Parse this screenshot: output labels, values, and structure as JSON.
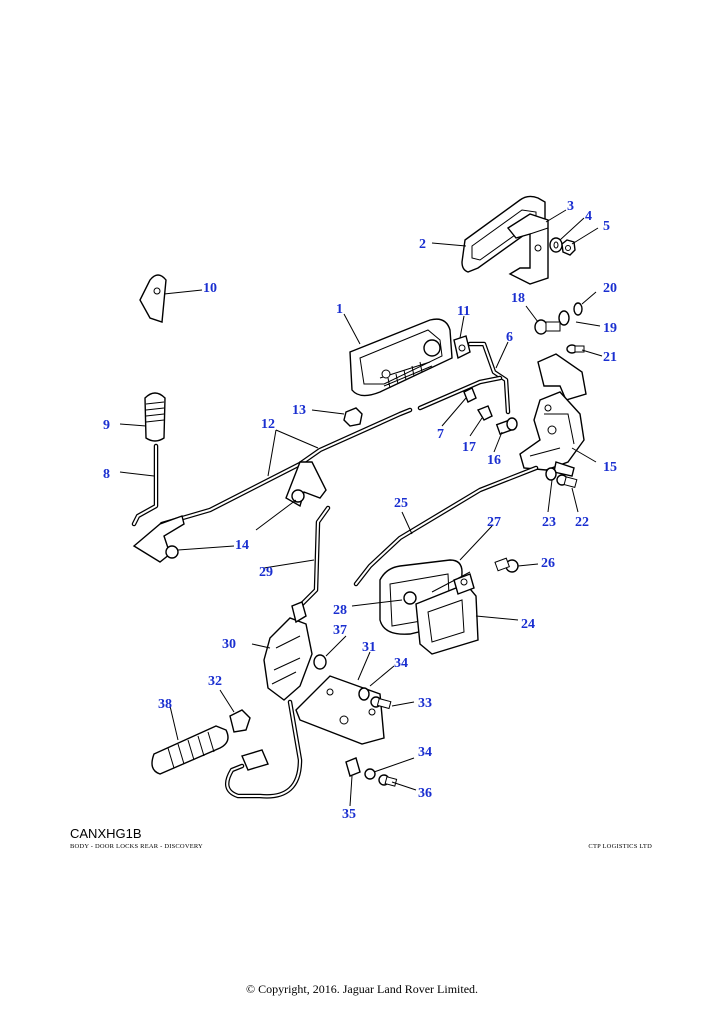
{
  "figure": {
    "code": "CANXHG1B",
    "description": "BODY - DOOR LOCKS REAR - DISCOVERY",
    "publisher": "CTP LOGISTICS LTD"
  },
  "footer": {
    "copyright": "© Copyright, 2016. Jaguar Land Rover Limited."
  },
  "callouts": [
    "1",
    "2",
    "3",
    "4",
    "5",
    "6",
    "7",
    "8",
    "9",
    "10",
    "11",
    "12",
    "13",
    "14",
    "15",
    "16",
    "17",
    "18",
    "19",
    "20",
    "21",
    "22",
    "23",
    "24",
    "25",
    "26",
    "27",
    "28",
    "29",
    "30",
    "31",
    "32",
    "33",
    "34",
    "34",
    "35",
    "36",
    "37",
    "38"
  ],
  "colors": {
    "callout": "#1a2fd0",
    "line": "#000000",
    "background": "#ffffff"
  }
}
